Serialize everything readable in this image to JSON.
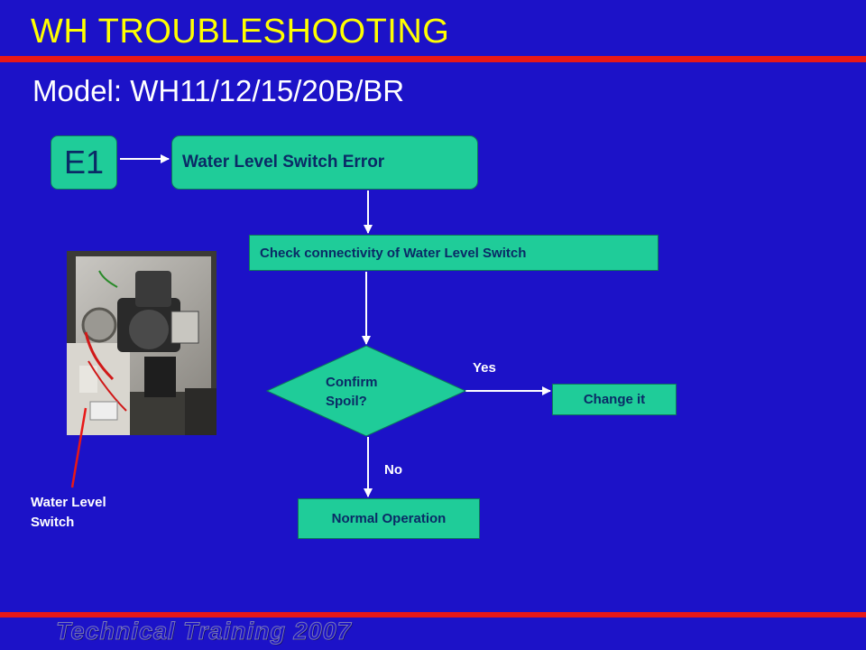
{
  "slide": {
    "title": "WH TROUBLESHOOTING",
    "subtitle": "Model: WH11/12/15/20B/BR",
    "footer": "Technical Training 2007"
  },
  "flowchart": {
    "error_code": "E1",
    "error_name": "Water Level Switch Error",
    "check_step": "Check connectivity of Water Level Switch",
    "decision": {
      "line1": "Confirm",
      "line2": "Spoil?"
    },
    "yes_label": "Yes",
    "yes_action": "Change it",
    "no_label": "No",
    "no_action": "Normal Operation"
  },
  "photo": {
    "caption_line1": "Water Level",
    "caption_line2": "Switch"
  },
  "colors": {
    "background": "#1c12c8",
    "title": "#ffff00",
    "rule": "#e81818",
    "box_fill": "#1fcc99",
    "arrow": "#ffffff",
    "pointer": "#e81818"
  }
}
